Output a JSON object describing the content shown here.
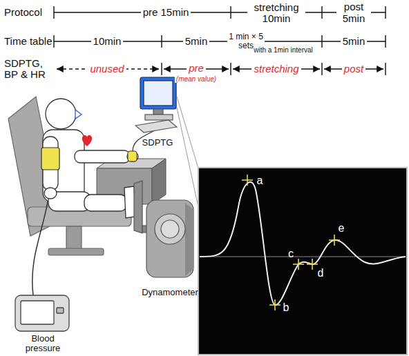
{
  "diagram": {
    "labels": [
      "Protocol",
      "pre 15min",
      "stretching 10min",
      "post 5min",
      "Time table",
      "10min",
      "5min",
      "1 min × 5 sets",
      "with a 1min interval",
      "5min",
      "SDPTG, BP & HR",
      "unused",
      "pre",
      "(mean value)",
      "stretching",
      "post",
      "SDPTG",
      "Dynamometer",
      "Blood pressure",
      "a",
      "b",
      "c",
      "d",
      "e"
    ]
  }
}
